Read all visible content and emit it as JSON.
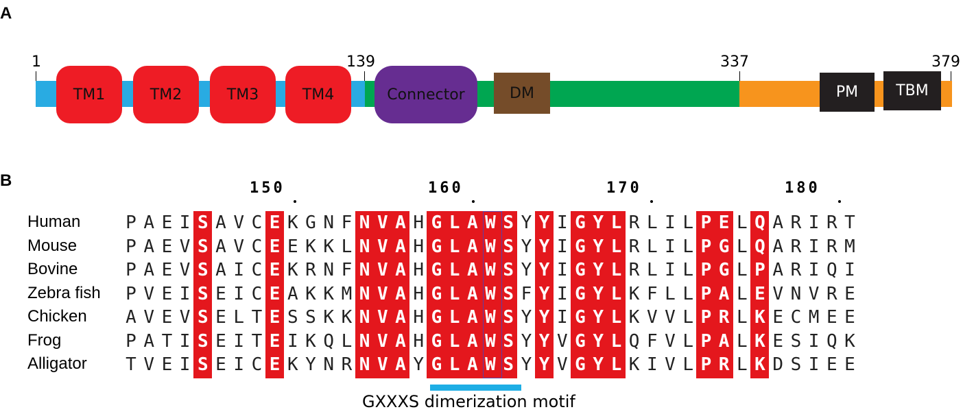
{
  "panel_a": {
    "label": "A",
    "positions": [
      "1",
      "139",
      "337",
      "379"
    ],
    "domains": {
      "tm1": "TM1",
      "tm2": "TM2",
      "tm3": "TM3",
      "tm4": "TM4",
      "connector": "Connector",
      "dm": "DM",
      "pm": "PM",
      "tbm": "TBM"
    },
    "colors": {
      "n_terminal": "#29abe2",
      "tm": "#ee1c25",
      "connector": "#662d91",
      "dm": "#754c29",
      "middle": "#00a651",
      "c_terminal": "#f7941d",
      "motif_block": "#231f20"
    }
  },
  "panel_b": {
    "label": "B",
    "position_numbers": [
      "150",
      "160",
      "170",
      "180"
    ],
    "species": [
      "Human",
      "Mouse",
      "Bovine",
      "Zebra fish",
      "Chicken",
      "Frog",
      "Alligator"
    ],
    "sequences": [
      "PAEISAVCEKGNFNVAHGLAWSYYIGYLRLILPELQARIRT",
      "PAEVSAVCEEKKLNVAHGLAWSYYIGYLRLILPGLQARIRM",
      "PAEVSAICEKRNFNVAHGLAWSYYIGYLRLILPGLPARIQI",
      "PVEISEICEAKKMNVAHGLAWSFYIGYLKFLLPALEVNVRE",
      "AVEVSELTESSKKNVAHGLAWSYYIGYLKVVLPRLKECMEE",
      "PATISEITEIKQLNVAHGLAWSYYVGYLQFVLPALKESIQK",
      "TVEISEICEKYNRNVAYGLAWSYYVGYLKIVLPRLKDSIEE"
    ],
    "conserved_columns": [
      4,
      8,
      13,
      14,
      15,
      17,
      18,
      19,
      20,
      21,
      23,
      25,
      26,
      27,
      32,
      33,
      35
    ],
    "motif_label": "GXXXS dimerization motif",
    "highlight_color": "#e4171d",
    "motif_bar_color": "#1eaee5"
  }
}
